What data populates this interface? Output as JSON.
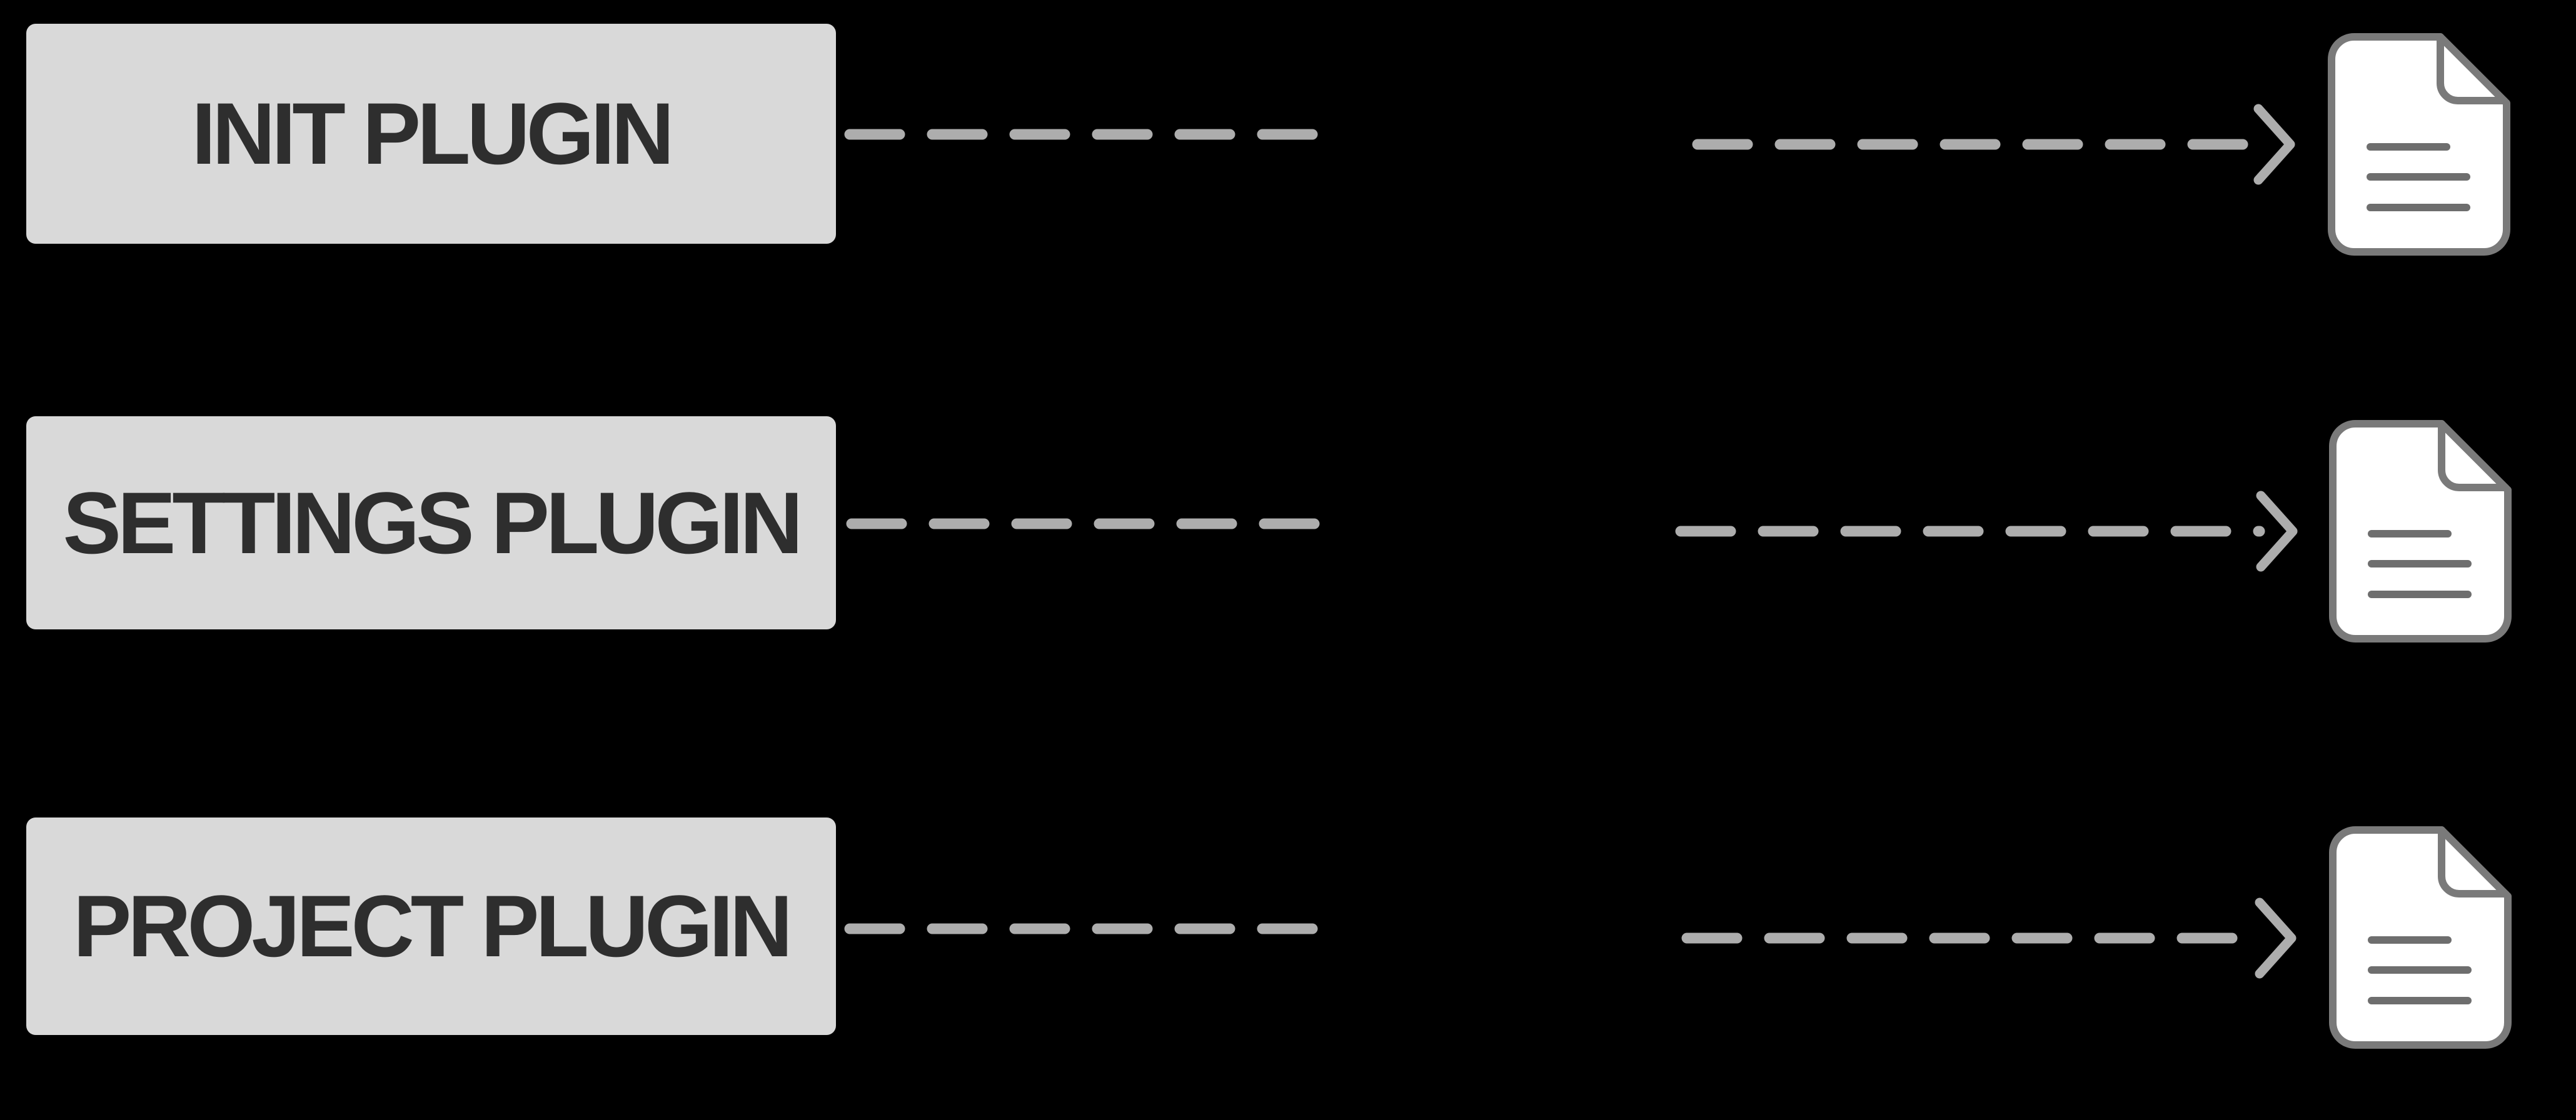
{
  "diagram": {
    "rows": [
      {
        "label": "INIT PLUGIN",
        "icon": "document-icon"
      },
      {
        "label": "SETTINGS PLUGIN",
        "icon": "document-icon"
      },
      {
        "label": "PROJECT PLUGIN",
        "icon": "document-icon"
      }
    ],
    "colors": {
      "background": "#000000",
      "box_fill": "#d9d9d9",
      "box_text": "#2e2e2e",
      "arrow_dash": "#adadad",
      "icon_stroke": "#7a7a7a",
      "icon_lines": "#6e6e6e",
      "icon_fill": "#ffffff"
    }
  }
}
